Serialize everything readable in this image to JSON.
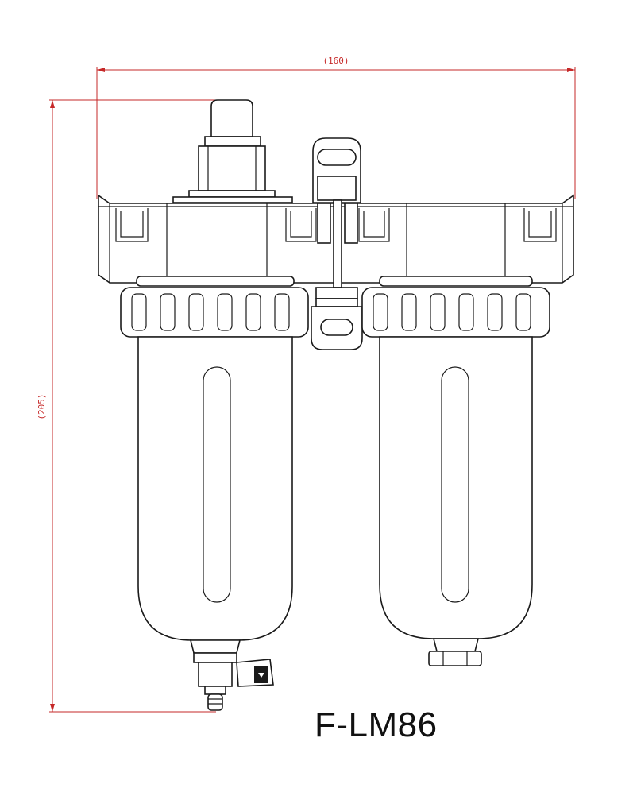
{
  "diagram": {
    "dimension_width": "(160)",
    "dimension_height": "(205)",
    "model": "F-LM86",
    "dimension_color": "#c62828",
    "line_color": "#1a1a1a"
  }
}
